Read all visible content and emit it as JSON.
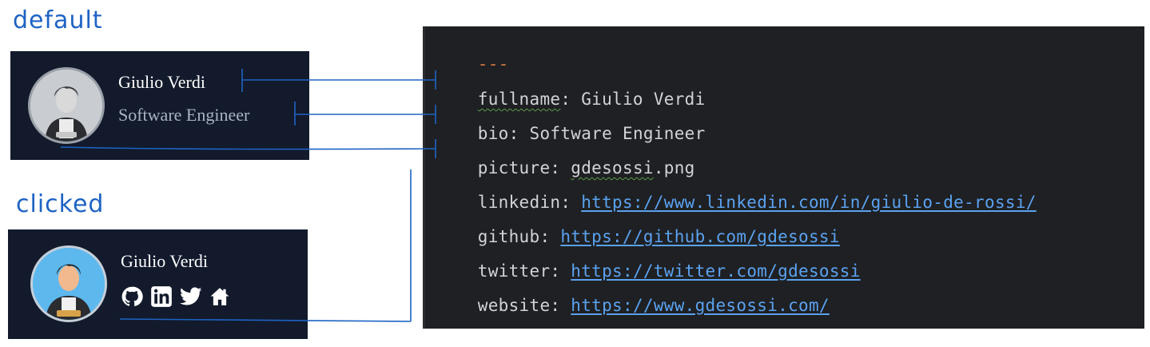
{
  "labels": {
    "default": "default",
    "clicked": "clicked"
  },
  "card_default": {
    "name": "Giulio Verdi",
    "bio": "Software Engineer"
  },
  "card_clicked": {
    "name": "Giulio Verdi",
    "icons": [
      "github-icon",
      "linkedin-icon",
      "twitter-icon",
      "home-icon"
    ]
  },
  "editor": {
    "dashes": "---",
    "lines": [
      {
        "key": "fullname",
        "sep": ": ",
        "value": "Giulio Verdi"
      },
      {
        "key": "bio",
        "sep": ": ",
        "value": "Software Engineer"
      },
      {
        "key": "picture",
        "sep": ": ",
        "value_squiggle": "gdesossi",
        "value_rest": ".png"
      },
      {
        "key": "linkedin",
        "sep": ": ",
        "link": "https://www.linkedin.com/in/giulio-de-rossi/"
      },
      {
        "key": "github",
        "sep": ": ",
        "link": "https://github.com/gdesossi"
      },
      {
        "key": "twitter",
        "sep": ": ",
        "link": "https://twitter.com/gdesossi"
      },
      {
        "key": "website",
        "sep": ": ",
        "link": "https://www.gdesossi.com/"
      }
    ]
  },
  "colors": {
    "card_bg": "#121a2c",
    "editor_bg": "#1f2023",
    "link": "#5aa2f0",
    "connector": "#1e63c4",
    "label": "#1e63c4"
  }
}
